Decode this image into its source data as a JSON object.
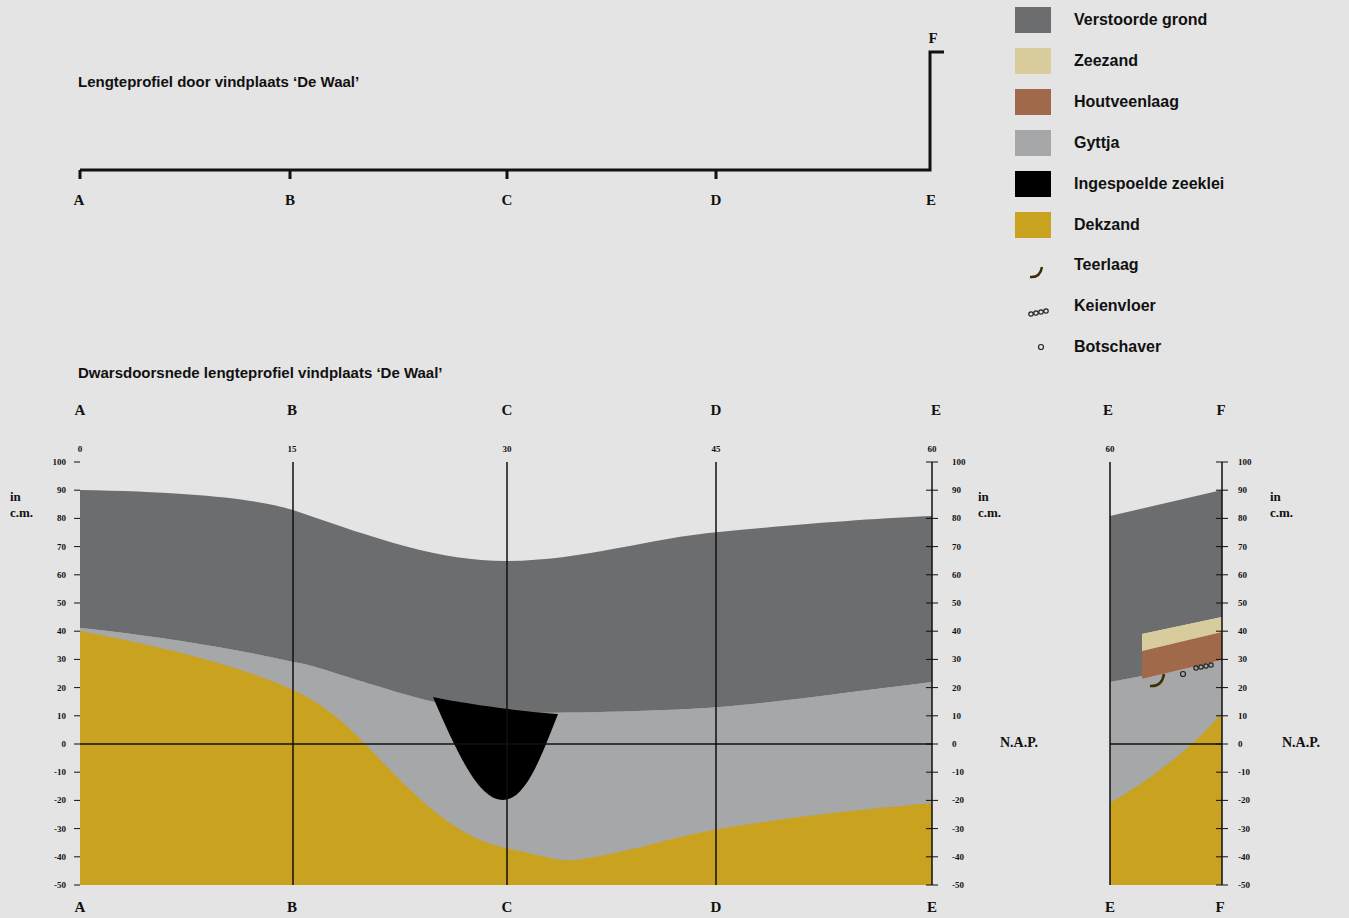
{
  "diagram": {
    "title": "Lengteprofiel door vindplaats ‘De Waal’",
    "labels": [
      "Dwarsdoorsnede lengteprofiel vindplaats ‘De Waal’",
      "A",
      "B",
      "C",
      "D",
      "E",
      "F",
      "A",
      "B",
      "C",
      "D",
      "E",
      "E",
      "F",
      "0",
      "15",
      "30",
      "45",
      "60",
      "60",
      "100",
      "90",
      "80",
      "70",
      "60",
      "50",
      "40",
      "30",
      "20",
      "10",
      "0",
      "-10",
      "-20",
      "-30",
      "-40",
      "-50",
      "100",
      "90",
      "80",
      "70",
      "60",
      "50",
      "40",
      "30",
      "20",
      "10",
      "0",
      "-10",
      "-20",
      "-30",
      "-40",
      "-50",
      "100",
      "90",
      "80",
      "70",
      "60",
      "50",
      "40",
      "30",
      "20",
      "10",
      "0",
      "-10",
      "-20",
      "-30",
      "-40",
      "-50",
      "in c.m.",
      "in c.m.",
      "in c.m.",
      "N.A.P.",
      "N.A.P.",
      "A",
      "B",
      "C",
      "D",
      "E",
      "E",
      "F"
    ],
    "legend": [
      {
        "text": "Verstoorde grond",
        "color": "#6c6d6f"
      },
      {
        "text": "Zeezand",
        "color": "#d8cc9c"
      },
      {
        "text": "Houtveenlaag",
        "color": "#a0694a"
      },
      {
        "text": "Gyttja",
        "color": "#a6a7a9"
      },
      {
        "text": "Ingespoelde zeeklei",
        "color": "#000000"
      },
      {
        "text": "Dekzand",
        "color": "#c9a220"
      },
      {
        "text": "Teerlaag"
      },
      {
        "text": "Keienvloer"
      },
      {
        "text": "Botschaver"
      }
    ]
  }
}
